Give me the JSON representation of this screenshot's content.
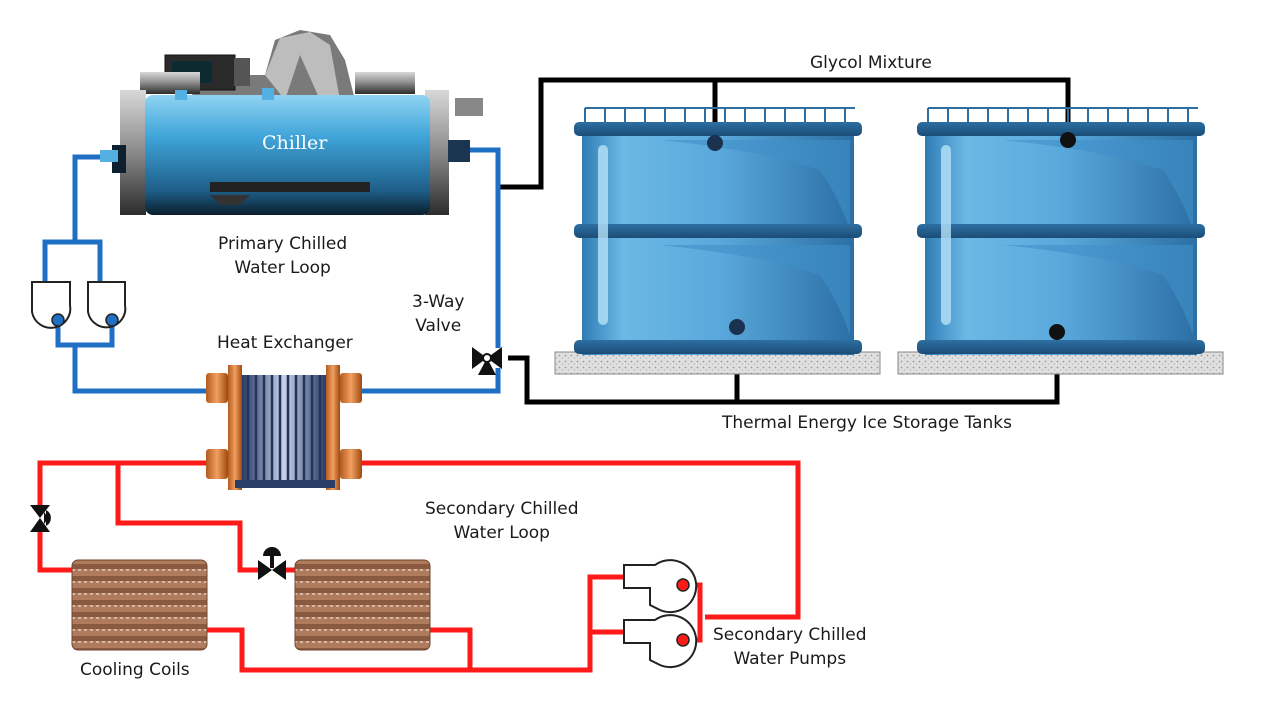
{
  "colors": {
    "primary_loop": "#1f6fc4",
    "secondary_loop": "#ff1a1a",
    "glycol_loop": "#000000",
    "tank_body": "#4f9ed1",
    "chiller_body": "#3fa4d8"
  },
  "components": {
    "chiller": "Chiller",
    "primary_loop": [
      "Primary Chilled",
      "Water Loop"
    ],
    "three_way_valve": [
      "3-Way",
      "Valve"
    ],
    "heat_exchanger": "Heat Exchanger",
    "glycol": "Glycol Mixture",
    "tanks": "Thermal Energy Ice Storage Tanks",
    "secondary_loop": [
      "Secondary Chilled",
      "Water Loop"
    ],
    "secondary_pumps": [
      "Secondary Chilled",
      "Water Pumps"
    ],
    "cooling_coils": "Cooling Coils"
  }
}
